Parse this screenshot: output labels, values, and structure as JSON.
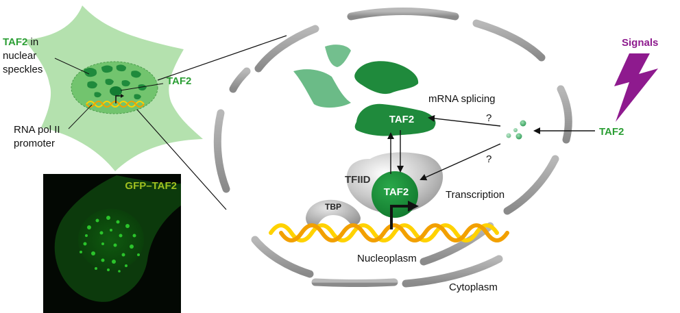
{
  "labels": {
    "taf2_speckles_green": "TAF2",
    "taf2_speckles_rest_1": " in",
    "taf2_speckles_rest_2": "nuclear",
    "taf2_speckles_rest_3": "speckles",
    "taf2_cell": "TAF2",
    "rna_pol_1": "RNA pol II",
    "rna_pol_2": "promoter",
    "gfp_taf2": "GFP–TAF2",
    "signals": "Signals",
    "taf2_incoming": "TAF2",
    "mrna_splicing": "mRNA splicing",
    "taf2_splicing": "TAF2",
    "question_upper": "?",
    "question_lower": "?",
    "tfiid": "TFIID",
    "taf2_transcription": "TAF2",
    "transcription": "Transcription",
    "tbp": "TBP",
    "nucleoplasm": "Nucleoplasm",
    "cytoplasm": "Cytoplasm"
  },
  "colors": {
    "taf2_green": "#2b9e34",
    "signals_purple": "#8e1a8e",
    "speckle_dark": "#1f8a3c",
    "speckle_light": "#5bb47a",
    "cell_light": "#a7dca0",
    "nucleus_fill": "#72c46e",
    "membrane_gray": "#9a9a9a",
    "dna_yellow": "#ffd200",
    "dna_orange": "#f2a000",
    "micrograph_bg": "#030803",
    "micrograph_green": "#2fd22f",
    "gfp_label": "#a0c020"
  }
}
